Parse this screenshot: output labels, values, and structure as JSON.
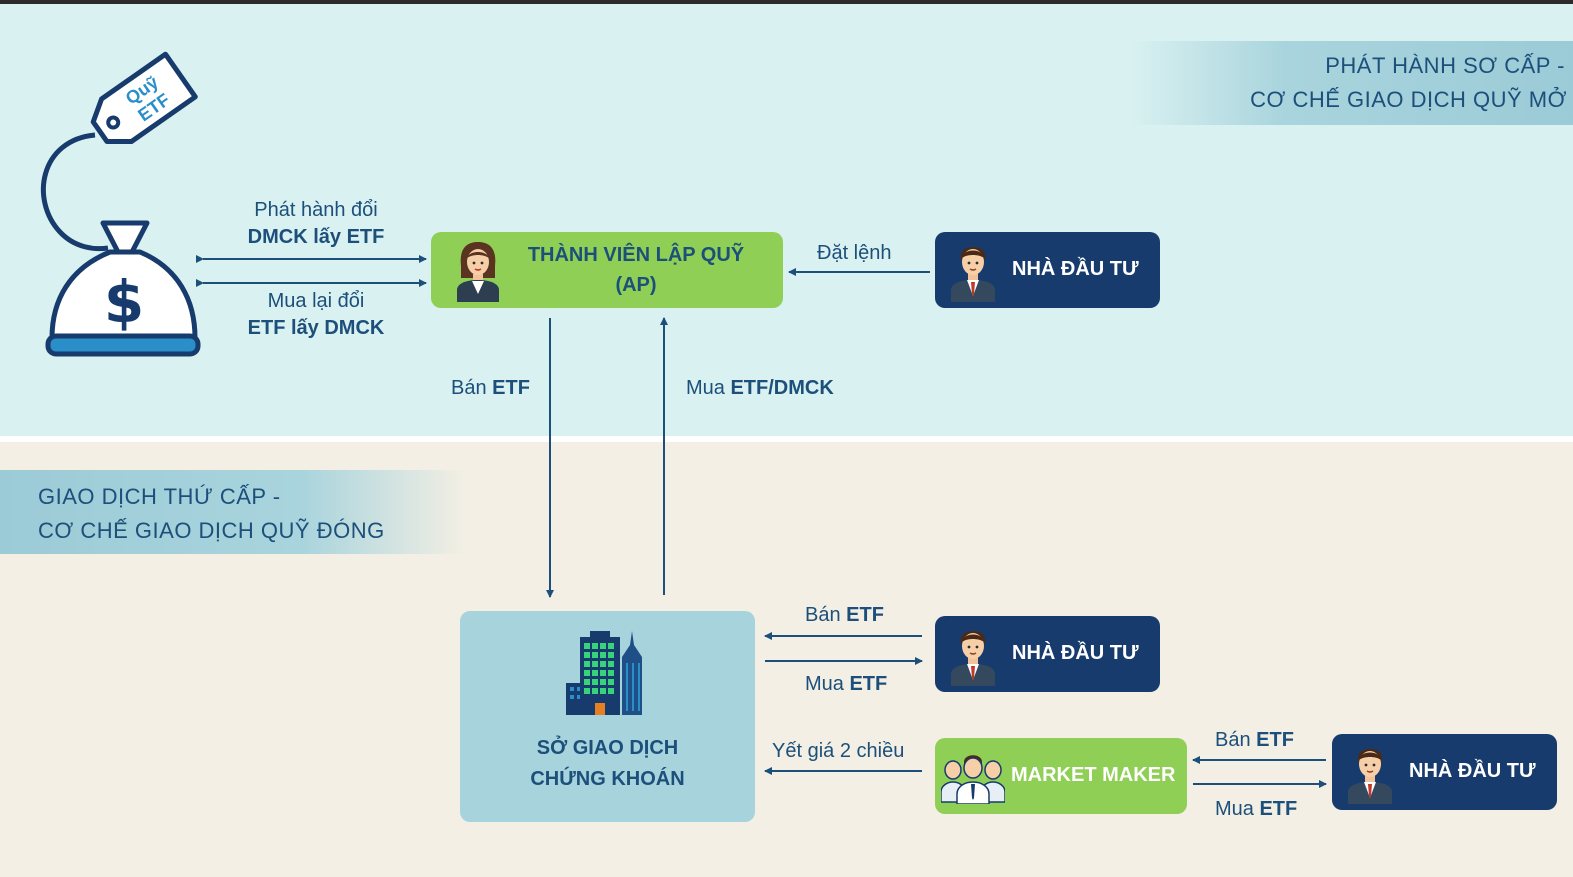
{
  "banners": {
    "primary": {
      "line1": "PHÁT HÀNH SƠ CẤP -",
      "line2": "CƠ CHẾ GIAO DỊCH QUỸ MỞ"
    },
    "secondary": {
      "line1": "GIAO DỊCH THỨ CẤP -",
      "line2": "CƠ CHẾ GIAO DỊCH QUỸ ĐÓNG"
    }
  },
  "fund_tag": {
    "line1": "Quỹ",
    "line2": "ETF",
    "bag_symbol": "$"
  },
  "nodes": {
    "ap": {
      "line1": "THÀNH VIÊN LẬP QUỸ",
      "line2": "(AP)"
    },
    "investor_top": {
      "label": "NHÀ ĐẦU TƯ"
    },
    "exchange": {
      "line1": "SỞ GIAO DỊCH",
      "line2": "CHỨNG KHOÁN"
    },
    "investor_mid": {
      "label": "NHÀ ĐẦU TƯ"
    },
    "market_maker": {
      "label": "MARKET MAKER"
    },
    "investor_bottom": {
      "label": "NHÀ ĐẦU TƯ"
    }
  },
  "edges": {
    "issue": {
      "line1": "Phát hành đổi",
      "line2": "DMCK lấy ETF"
    },
    "redeem": {
      "line1": "Mua lại đổi",
      "line2": "ETF lấy DMCK"
    },
    "order": "Đặt lệnh",
    "sell_down": {
      "prefix": "Bán ",
      "bold": "ETF"
    },
    "buy_up": {
      "prefix": "Mua ",
      "bold": "ETF/DMCK"
    },
    "inv_sell": {
      "prefix": "Bán ",
      "bold": "ETF"
    },
    "inv_buy": {
      "prefix": "Mua ",
      "bold": "ETF"
    },
    "quote": "Yết giá 2 chiều",
    "mm_sell": {
      "prefix": "Bán ",
      "bold": "ETF"
    },
    "mm_buy": {
      "prefix": "Mua ",
      "bold": "ETF"
    }
  },
  "colors": {
    "navy": "#173b6c",
    "green": "#8fcf55",
    "text": "#1c4f7a",
    "top_bg": "#d9f1f1",
    "bottom_bg": "#f3efe4",
    "exchange_bg": "#a7d3dd"
  }
}
